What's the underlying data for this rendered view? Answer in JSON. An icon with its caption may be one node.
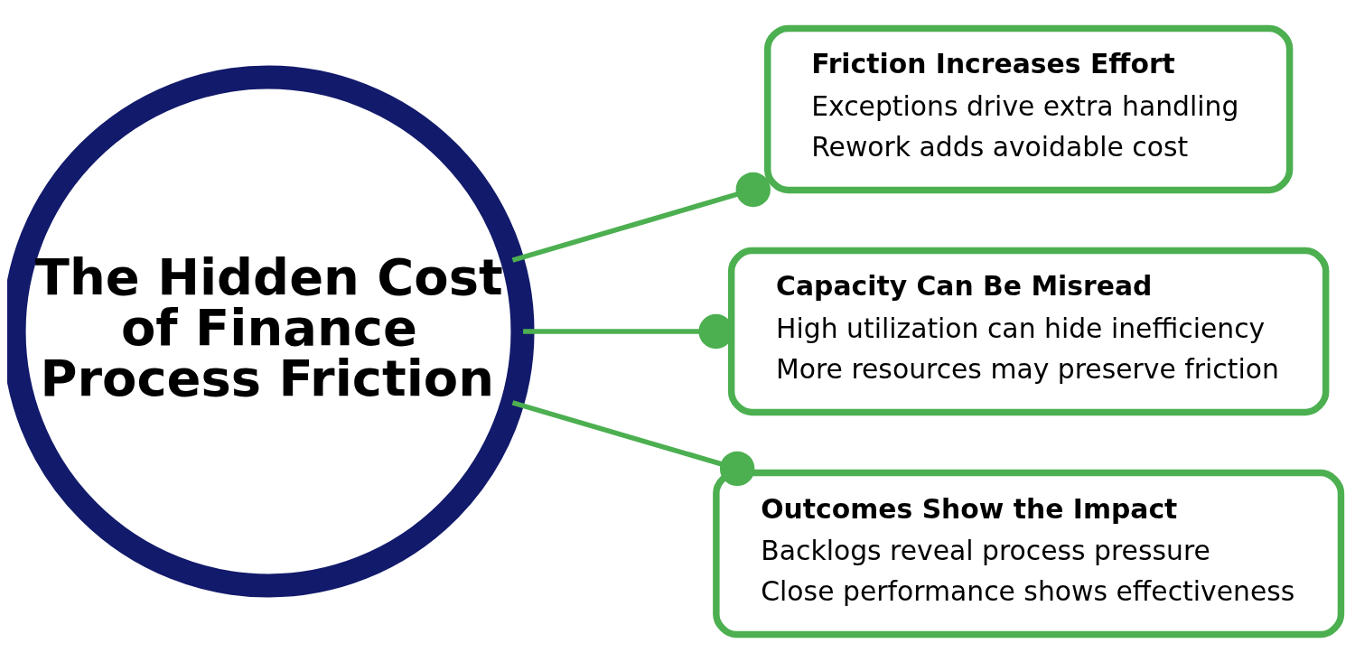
{
  "diagram": {
    "nodes": [
      {
        "text": [
          "The Hidden Cost of Finance Process Friction"
        ]
      },
      {
        "text": [
          "Friction Increases Effort",
          "Exceptions drive extra handling",
          "Rework adds avoidable cost"
        ]
      },
      {
        "text": [
          "Capacity Can Be Misread",
          "High utilization can hide inefficiency",
          "More resources may preserve friction"
        ]
      },
      {
        "text": [
          "Outcomes Show the Impact",
          "Backlogs reveal process pressure",
          "Close performance shows effectiveness"
        ]
      }
    ],
    "edges": [
      {
        "from": 0,
        "to": 1,
        "arrow": "other"
      },
      {
        "from": 0,
        "to": 2,
        "arrow": "other"
      },
      {
        "from": 0,
        "to": 3,
        "arrow": "other"
      }
    ]
  }
}
